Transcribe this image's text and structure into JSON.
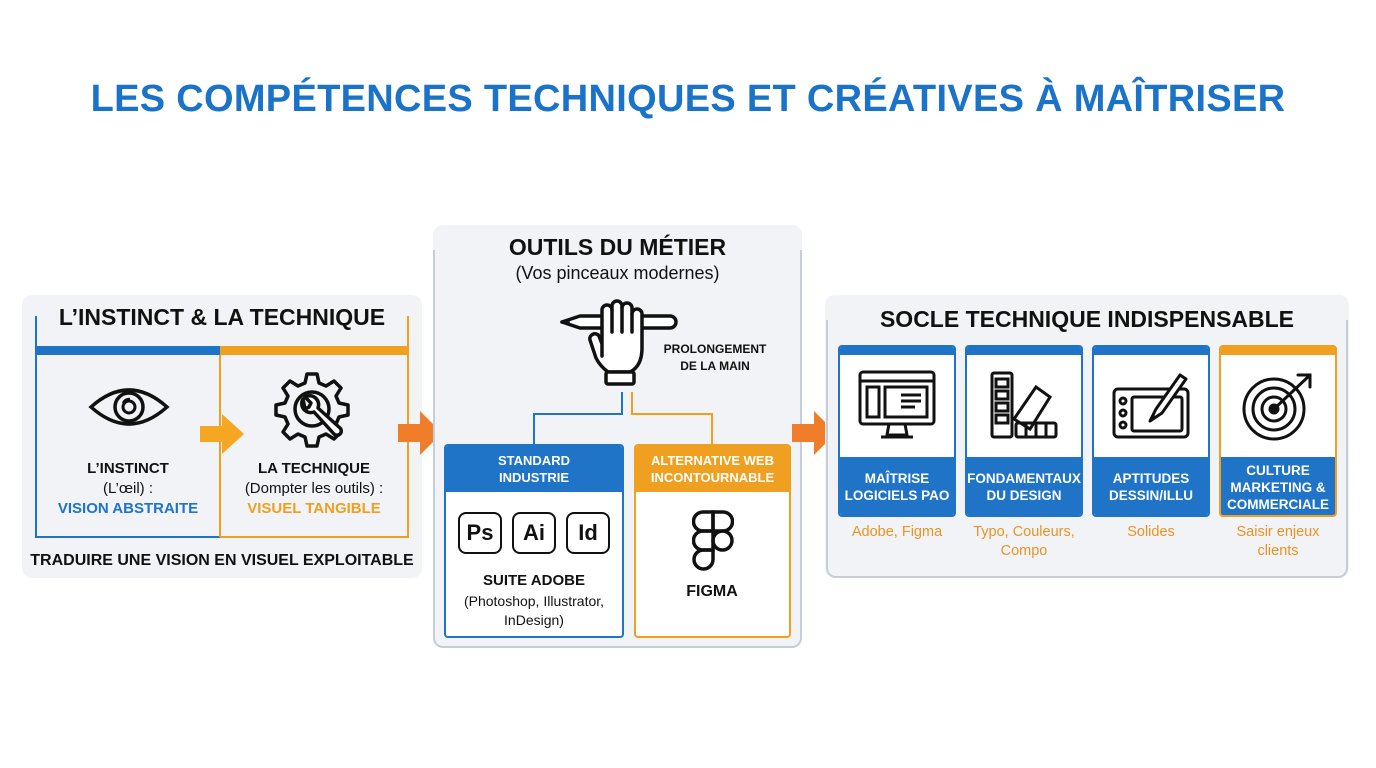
{
  "title": "LES COMPÉTENCES TECHNIQUES ET CRÉATIVES À MAÎTRISER",
  "colors": {
    "blue": "#1f74c8",
    "orange": "#f0a020",
    "panel": "#f1f3f7",
    "title": "#1a73c8"
  },
  "instinct": {
    "heading": "L’INSTINCT & LA TECHNIQUE",
    "left": {
      "icon": "eye-icon",
      "title": "L’INSTINCT",
      "sub": "(L’œil) :",
      "highlight": "VISION ABSTRAITE"
    },
    "right": {
      "icon": "gear-wrench-icon",
      "title": "LA TECHNIQUE",
      "sub": "(Dompter les outils) :",
      "highlight": "VISUEL TANGIBLE"
    },
    "footer": "TRADUIRE UNE VISION EN VISUEL EXPLOITABLE"
  },
  "tools": {
    "title": "OUTILS DU MÉTIER",
    "subtitle": "(Vos pinceaux modernes)",
    "hand_label_1": "PROLONGEMENT",
    "hand_label_2": "DE LA MAIN",
    "adobe": {
      "head_1": "STANDARD",
      "head_2": "INDUSTRIE",
      "badges": [
        "Ps",
        "Ai",
        "Id"
      ],
      "name": "SUITE ADOBE",
      "detail_1": "(Photoshop, Illustrator,",
      "detail_2": "InDesign)"
    },
    "figma": {
      "head_1": "ALTERNATIVE WEB",
      "head_2": "INCONTOURNABLE",
      "name": "FIGMA"
    }
  },
  "socle": {
    "heading": "SOCLE TECHNIQUE INDISPENSABLE",
    "cards": [
      {
        "icon": "monitor-icon",
        "label_1": "MAÎTRISE",
        "label_2": "LOGICIELS PAO",
        "label_3": "",
        "caption_1": "Adobe, Figma",
        "caption_2": ""
      },
      {
        "icon": "color-swatches-icon",
        "label_1": "FONDAMENTAUX",
        "label_2": "DU DESIGN",
        "label_3": "",
        "caption_1": "Typo, Couleurs,",
        "caption_2": "Compo"
      },
      {
        "icon": "drawing-tablet-icon",
        "label_1": "APTITUDES",
        "label_2": "DESSIN/ILLU",
        "label_3": "",
        "caption_1": "Solides",
        "caption_2": ""
      },
      {
        "icon": "target-icon",
        "label_1": "CULTURE",
        "label_2": "MARKETING &",
        "label_3": "COMMERCIALE",
        "caption_1": "Saisir enjeux",
        "caption_2": "clients"
      }
    ]
  }
}
